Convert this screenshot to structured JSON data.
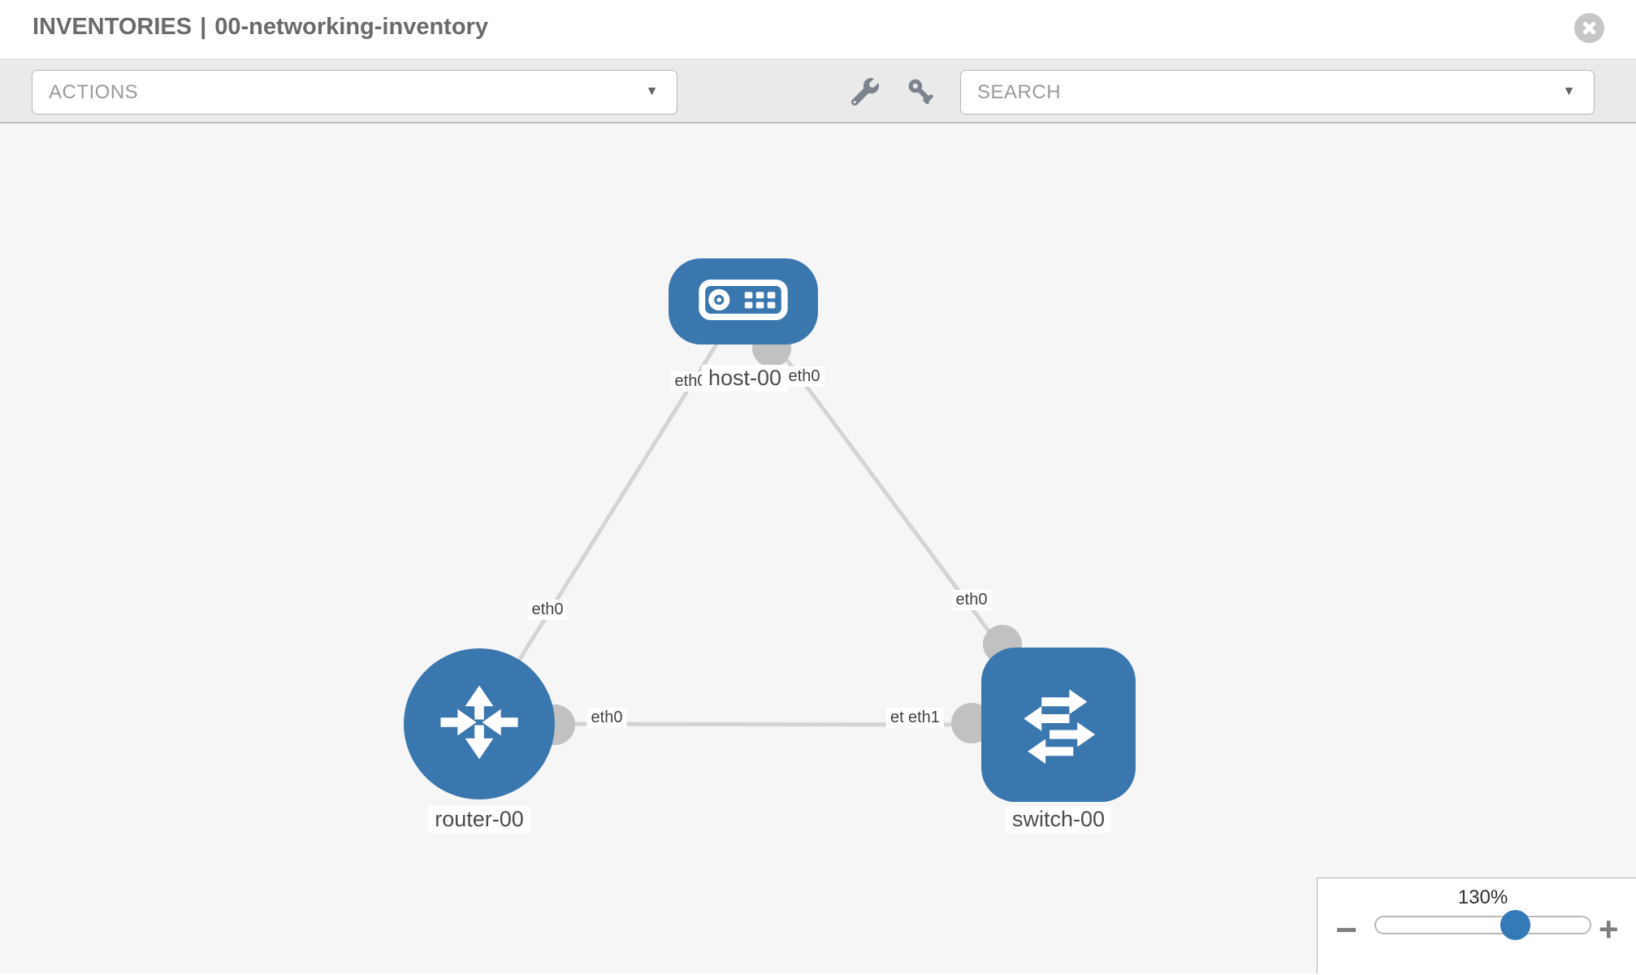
{
  "header": {
    "title_section": "INVENTORIES",
    "title_divider": "|",
    "inventory_name": "00-networking-inventory",
    "close_icon": "close-icon"
  },
  "toolbar": {
    "actions_label": "ACTIONS",
    "search_label": "SEARCH",
    "caret_icon": "▼",
    "icons": [
      "wrench-icon",
      "key-icon"
    ]
  },
  "topology": {
    "nodes": [
      {
        "id": "host-00",
        "type": "host",
        "label": "host-00",
        "icon": "host-icon"
      },
      {
        "id": "router-00",
        "type": "router",
        "label": "router-00",
        "icon": "router-icon"
      },
      {
        "id": "switch-00",
        "type": "switch",
        "label": "switch-00",
        "icon": "switch-icon"
      }
    ],
    "links": [
      {
        "source": "host-00",
        "target": "router-00",
        "source_interface": "eth0",
        "target_interface": "eth0"
      },
      {
        "source": "host-00",
        "target": "switch-00",
        "source_interface": "eth0",
        "target_interface": "eth0"
      },
      {
        "source": "router-00",
        "target": "switch-00",
        "source_interface": "eth0",
        "target_interface": "eth1"
      }
    ],
    "if_labels": [
      {
        "id": "host-eth0-to-router",
        "text": "eth0"
      },
      {
        "id": "host-eth0-to-switch",
        "text": "eth0"
      },
      {
        "id": "router-eth0-to-host",
        "text": "eth0"
      },
      {
        "id": "router-eth0-to-switch",
        "text": "eth0"
      },
      {
        "id": "switch-eth0-to-host",
        "text": "eth0"
      },
      {
        "id": "switch-eth0-hidden",
        "text": "eth0"
      },
      {
        "id": "switch-eth1-to-router",
        "text": "eth1"
      }
    ]
  },
  "zoom_control": {
    "level": "130%",
    "minus_glyph": "−",
    "plus_glyph": "+"
  },
  "colors": {
    "node_blue": "#3b77af",
    "slider_blue": "#337ab7",
    "edge_gray": "#d4d4d4",
    "port_gray": "#c1c1c1",
    "canvas_bg": "#f6f6f6",
    "toolbar_bg": "#eaeaea"
  }
}
